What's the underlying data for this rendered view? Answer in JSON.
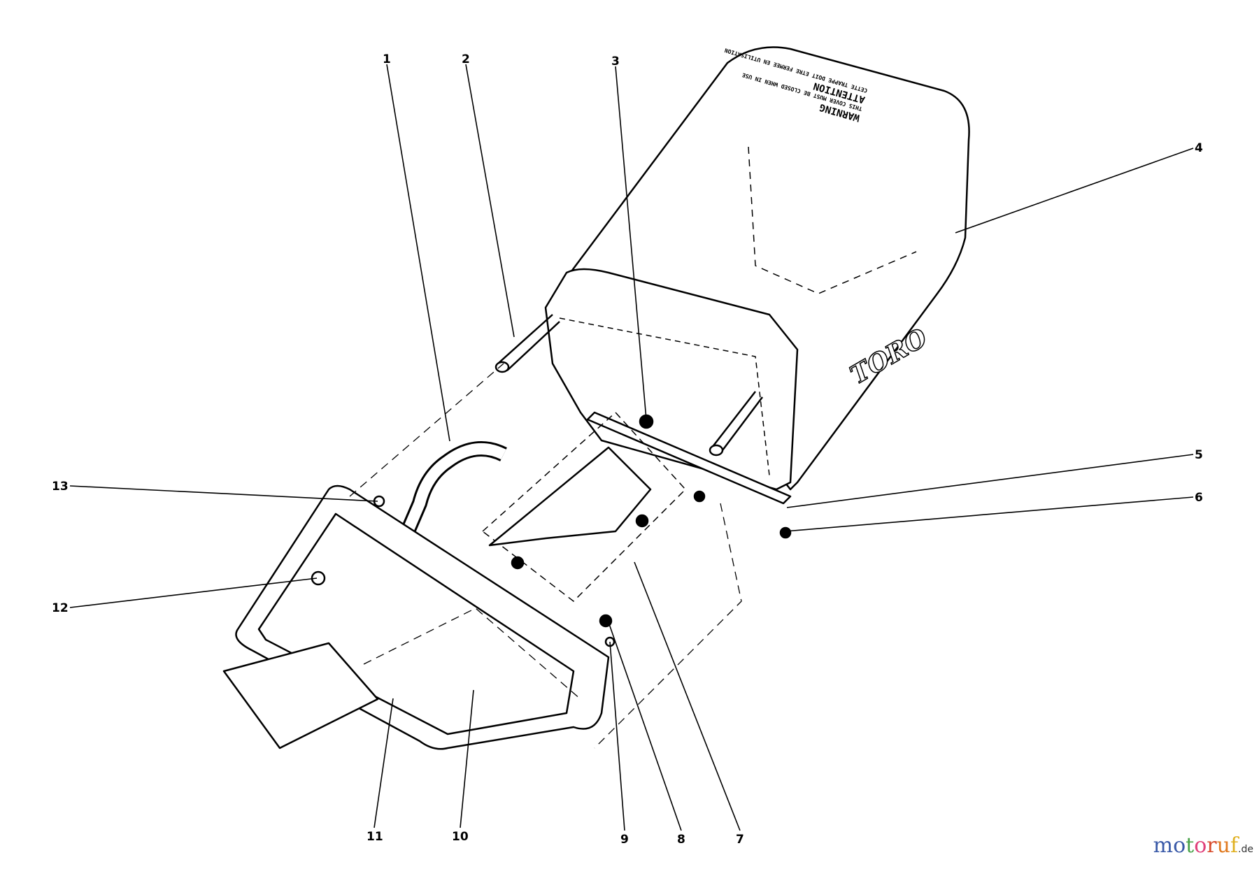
{
  "diagram": {
    "callouts": [
      "1",
      "2",
      "3",
      "4",
      "5",
      "6",
      "7",
      "8",
      "9",
      "10",
      "11",
      "12",
      "13"
    ],
    "bag_warning": {
      "line1": "WARNING",
      "line2": "THIS COVER MUST BE CLOSED WHEN IN USE",
      "line3": "ATTENTION",
      "line4": "CETTE TRAPPE DOIT ETRE FERMEE EN UTILISATION"
    },
    "bag_brand": "TORO"
  },
  "watermark": {
    "letters": [
      "m",
      "o",
      "t",
      "o",
      "r",
      "u",
      "f"
    ],
    "letter_colors": [
      "#3a5aa8",
      "#3a5aa8",
      "#4aa34a",
      "#e0407a",
      "#d84a2a",
      "#e07a20",
      "#e0b020"
    ],
    "suffix": ".de"
  }
}
